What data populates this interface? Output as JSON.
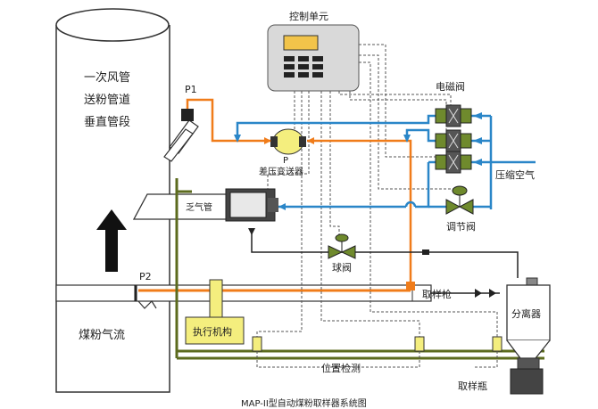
{
  "pipe_text": {
    "line1": "一次风管",
    "line2": "送粉管道",
    "line3": "垂直管段"
  },
  "flow_text": "煤粉气流",
  "control_unit": {
    "label": "控制单元"
  },
  "sensors": {
    "p1": "P1",
    "p2": "P2",
    "p": "P",
    "dp_transmitter": "差压变送器"
  },
  "components": {
    "solenoid_valve": "电磁阀",
    "compressed_air": "压缩空气",
    "regulating_valve": "调节阀",
    "ball_valve": "球阀",
    "air_lock": "乏气管",
    "sampling_gun": "取样枪",
    "separator": "分离器",
    "actuator": "执行机构",
    "position_detection": "位置检测",
    "sample_tank": "取样瓶"
  },
  "caption": "MAP-II型自动煤粉取样器系统图",
  "colors": {
    "pipe_fill": "#ffffff",
    "orange_line": "#f07c1a",
    "blue_line": "#2a86c8",
    "olive_frame": "#5c6b1e",
    "control_panel": "#d9d9d9",
    "display": "#f2c44a",
    "valve_green": "#6f8a2d",
    "actuator_yellow": "#f4ee7e"
  }
}
